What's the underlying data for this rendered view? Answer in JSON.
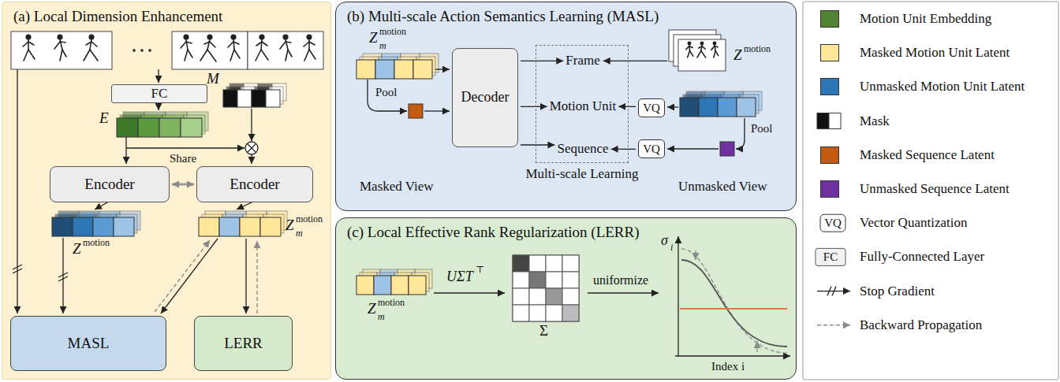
{
  "diagram": {
    "nodes": [
      {
        "text": [
          "(a) Local Dimension Enhancement"
        ]
      },
      {
        "text": [
          "FC"
        ],
        "in": 0
      },
      {
        "text": [
          "Encoder"
        ],
        "in": 0
      },
      {
        "text": [
          "Encoder"
        ],
        "in": 0
      },
      {
        "text": [
          "MASL"
        ],
        "in": 0
      },
      {
        "text": [
          "LERR"
        ],
        "in": 0
      },
      {
        "text": [
          "(b) Multi-scale Action Semantics Learning (MASL)"
        ]
      },
      {
        "text": [
          "Decoder"
        ],
        "in": 6
      },
      {
        "text": [
          "Multi-scale Learning"
        ],
        "in": 6
      },
      {
        "text": [
          "Frame"
        ],
        "in": 8
      },
      {
        "text": [
          "Motion Unit"
        ],
        "in": 8
      },
      {
        "text": [
          "Sequence"
        ],
        "in": 8
      },
      {
        "text": [
          "VQ"
        ],
        "in": 6
      },
      {
        "text": [
          "VQ"
        ],
        "in": 6
      },
      {
        "text": [
          "(c) Local Effective Rank Regularization (LERR)"
        ]
      }
    ],
    "edges": [
      {
        "from": 2,
        "to": 3,
        "arrow": "both",
        "label": "Share"
      },
      {
        "from": 7,
        "to": 9,
        "arrow": "to"
      },
      {
        "from": 7,
        "to": 10,
        "arrow": "to"
      },
      {
        "from": 7,
        "to": 11,
        "arrow": "to"
      },
      {
        "from": 12,
        "to": 10,
        "arrow": "to"
      },
      {
        "from": 13,
        "to": 11,
        "arrow": "to"
      }
    ],
    "labels": [
      "E",
      "M",
      "Z",
      "motion",
      "Z",
      "motion",
      "m",
      "Z",
      "motion",
      "m",
      "Pool",
      "Masked View",
      "Z",
      "motion",
      "Pool",
      "Unmasked View",
      "Z",
      "motion",
      "m",
      "UΣT",
      "⊤",
      "Σ",
      "uniformize",
      "σ",
      "i",
      "Index i",
      "VQ",
      "FC"
    ],
    "legend": [
      {
        "text": "Motion Unit Embedding",
        "color": "#548235"
      },
      {
        "text": "Masked Motion Unit Latent",
        "color": "#ffe699"
      },
      {
        "text": "Unmasked Motion Unit Latent",
        "color": "#2e75b6"
      },
      {
        "text": "Mask"
      },
      {
        "text": "Masked Sequence Latent",
        "color": "#c55a11"
      },
      {
        "text": "Unmasked Sequence Latent",
        "color": "#7030a0"
      },
      {
        "text": "Vector Quantization"
      },
      {
        "text": "Fully-Connected Layer"
      },
      {
        "text": "Stop Gradient"
      },
      {
        "text": "Backward Propagation"
      }
    ]
  }
}
